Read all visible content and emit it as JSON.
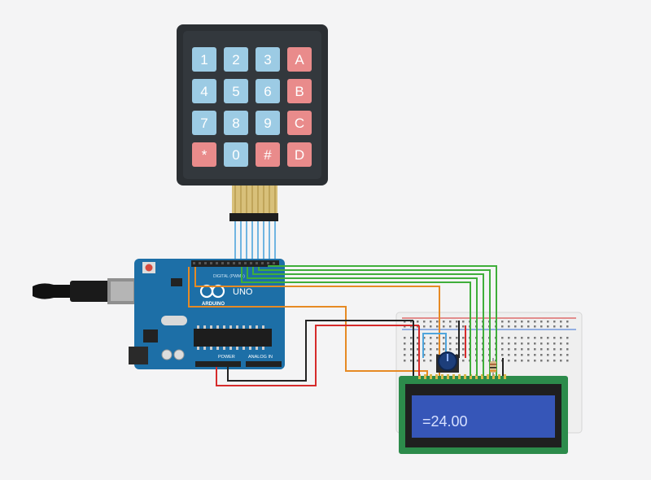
{
  "keypad": {
    "keys": [
      "1",
      "2",
      "3",
      "A",
      "4",
      "5",
      "6",
      "B",
      "7",
      "8",
      "9",
      "C",
      "*",
      "0",
      "#",
      "D"
    ],
    "number_color": "#9ccbe4",
    "letter_color": "#e98b8b",
    "body_color": "#2b2f33"
  },
  "arduino": {
    "brand": "ARDUINO",
    "model": "UNO",
    "header_digital": "DIGITAL (PWM~)",
    "header_power": "POWER",
    "header_analog": "ANALOG IN",
    "board_color": "#1d6fa7"
  },
  "lcd": {
    "text": "=24.00",
    "screen_color": "#3656b8",
    "pcb_color": "#2c8b4b"
  },
  "breadboard": {
    "color": "#efefef"
  },
  "wires": {
    "green": "#3fae3a",
    "orange": "#e68a24",
    "red": "#d62b2b",
    "black": "#222222",
    "blue": "#4fa5dc"
  }
}
